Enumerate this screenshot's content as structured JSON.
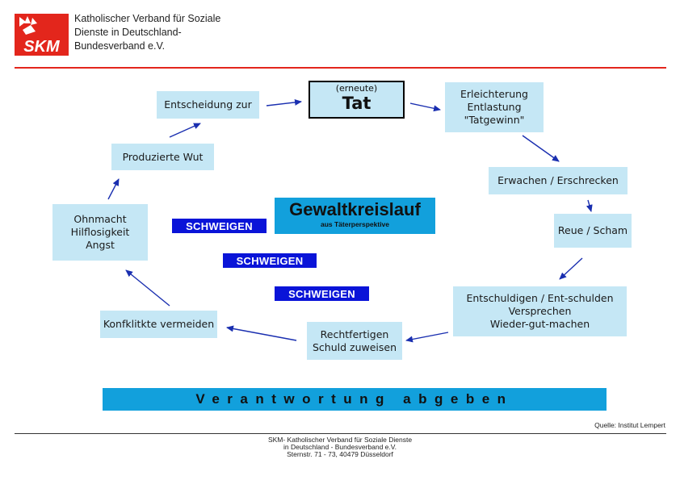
{
  "header": {
    "logo_text": "SKM",
    "org_lines": [
      "Katholischer Verband für Soziale",
      "Dienste in Deutschland-",
      "Bundesverband e.V."
    ]
  },
  "diagram": {
    "tat_small": "(erneute)",
    "tat_big": "Tat",
    "nodes": {
      "erleichterung": [
        "Erleichterung",
        "Entlastung",
        "\"Tatgewinn\""
      ],
      "erwachen": [
        "Erwachen  / Erschrecken"
      ],
      "reue": [
        "Reue / Scham"
      ],
      "entschuldigen": [
        "Entschuldigen / Ent-schulden",
        "Versprechen",
        "Wieder-gut-machen"
      ],
      "rechtfertigen": [
        "Rechtfertigen",
        "Schuld zuweisen"
      ],
      "konflikte": [
        "Konfklitkte vermeiden"
      ],
      "ohnmacht": [
        "Ohnmacht",
        "Hilflosigkeit",
        "Angst"
      ],
      "wut": [
        "Produzierte Wut"
      ],
      "entscheidung": [
        "Entscheidung zur"
      ]
    },
    "title": "Gewaltkreislauf",
    "subtitle": "aus Täterperspektive",
    "schweigen": [
      "SCHWEIGEN",
      "SCHWEIGEN",
      "SCHWEIGEN"
    ],
    "banner": "Verantwortung abgeben"
  },
  "colors": {
    "box_fill": "#c5e7f5",
    "accent_blue": "#12a0dc",
    "schweigen_blue": "#0a14d8",
    "arrow": "#1a2fb0",
    "rule_red": "#e3261c"
  },
  "source": "Quelle: Institut Lempert",
  "footer": [
    "SKM- Katholischer Verband für Soziale Dienste",
    "in Deutschland - Bundesverband e.V.",
    "Sternstr. 71 - 73, 40479 Düsseldorf"
  ]
}
